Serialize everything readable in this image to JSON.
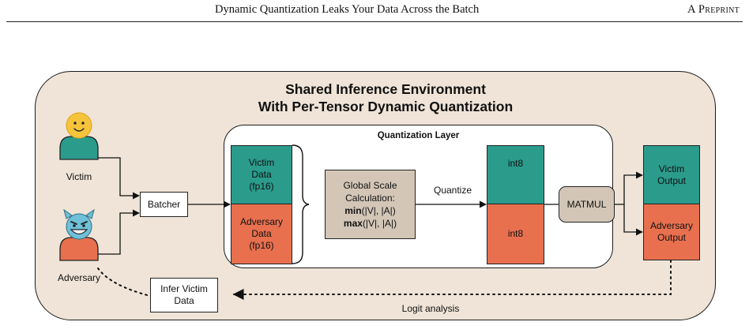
{
  "header": {
    "title": "Dynamic Quantization Leaks Your Data Across the Batch",
    "right": "A Preprint"
  },
  "environment": {
    "title_line1": "Shared Inference Environment",
    "title_line2": "With Per-Tensor Dynamic Quantization"
  },
  "quantization_layer": {
    "title": "Quantization Layer"
  },
  "actors": {
    "victim": "Victim",
    "adversary": "Adversary"
  },
  "batcher": "Batcher",
  "inputs": {
    "victim_l1": "Victim",
    "victim_l2": "Data",
    "victim_l3": "(fp16)",
    "adversary_l1": "Adversary",
    "adversary_l2": "Data",
    "adversary_l3": "(fp16)"
  },
  "scale": {
    "line1": "Global Scale",
    "line2": "Calculation:",
    "min_fn": "min",
    "min_args": "(|V|, |A|)",
    "max_fn": "max",
    "max_args": "(|V|, |A|)"
  },
  "quantize_label": "Quantize",
  "int8_top": "int8",
  "int8_bottom": "int8",
  "matmul": "MATMUL",
  "outputs": {
    "victim_l1": "Victim",
    "victim_l2": "Output",
    "adversary_l1": "Adversary",
    "adversary_l2": "Output"
  },
  "infer": {
    "line1": "Infer Victim",
    "line2": "Data"
  },
  "logit_label": "Logit analysis",
  "colors": {
    "victim_teal": "#2b9b8c",
    "adversary_red": "#e8704f",
    "environment_tan": "#efe4d7",
    "scale_box": "#d3c6b7"
  }
}
